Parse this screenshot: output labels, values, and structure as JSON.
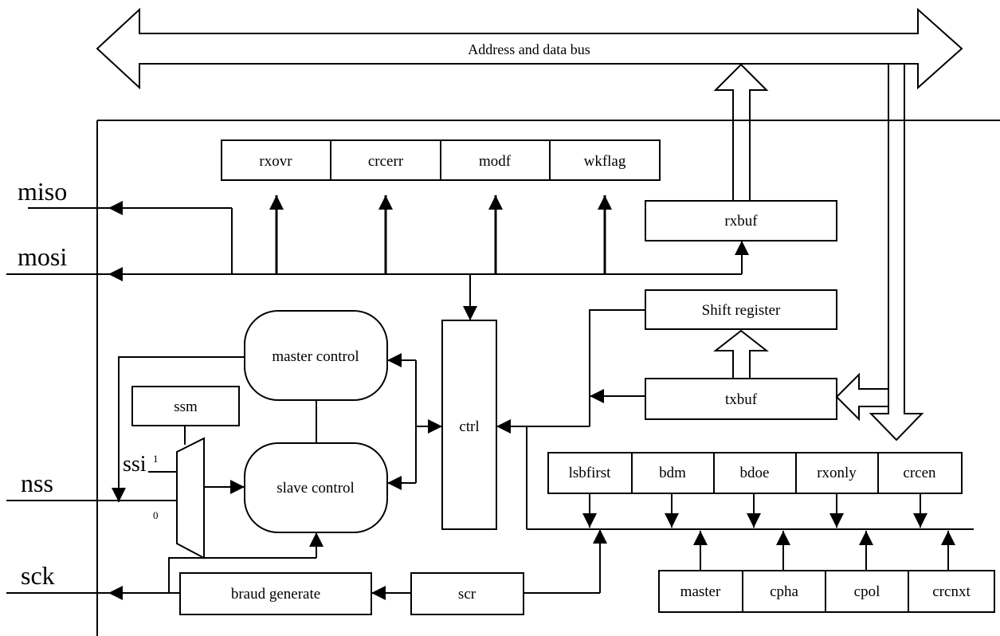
{
  "bus": {
    "label": "Address and data bus"
  },
  "pins": {
    "miso": "miso",
    "mosi": "mosi",
    "nss": "nss",
    "sck": "sck"
  },
  "flags": [
    "rxovr",
    "crcerr",
    "modf",
    "wkflag"
  ],
  "blocks": {
    "rxbuf": "rxbuf",
    "shift_register": "Shift register",
    "txbuf": "txbuf",
    "master_control": "master control",
    "slave_control": "slave control",
    "ctrl": "ctrl",
    "ssm": "ssm",
    "braud_generate": "braud generate",
    "scr": "scr"
  },
  "mux": {
    "ssi": "ssi",
    "one": "1",
    "zero": "0"
  },
  "config_top": [
    "lsbfirst",
    "bdm",
    "bdoe",
    "rxonly",
    "crcen"
  ],
  "config_bottom": [
    "master",
    "cpha",
    "cpol",
    "crcnxt"
  ]
}
